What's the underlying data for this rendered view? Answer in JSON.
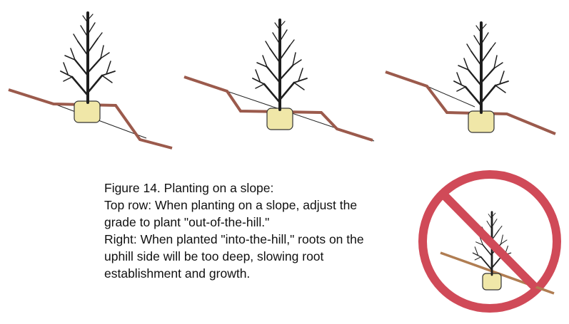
{
  "colors": {
    "soil_line": "#9b5a4c",
    "guide_line": "#222222",
    "root_ball": "#f0e7a8",
    "root_ball_outline": "#333333",
    "tree": "#1e1e1e",
    "prohibition_ring": "#d04a58",
    "prohibition_fill": "#ffffff",
    "prohibited_stake": "#b07d52"
  },
  "icons": {
    "tree": "bare-root-tree-icon",
    "no_symbol": "prohibition-sign-icon"
  },
  "caption": {
    "line1": "Figure 14.  Planting on a slope:",
    "line2": "Top row: When planting on a slope, adjust the",
    "line3": "grade to plant \"out-of-the-hill.\"",
    "line4": "Right: When planted \"into-the-hill,\" roots on the",
    "line5": "uphill side will be too deep, slowing root",
    "line6": "establishment and growth."
  }
}
